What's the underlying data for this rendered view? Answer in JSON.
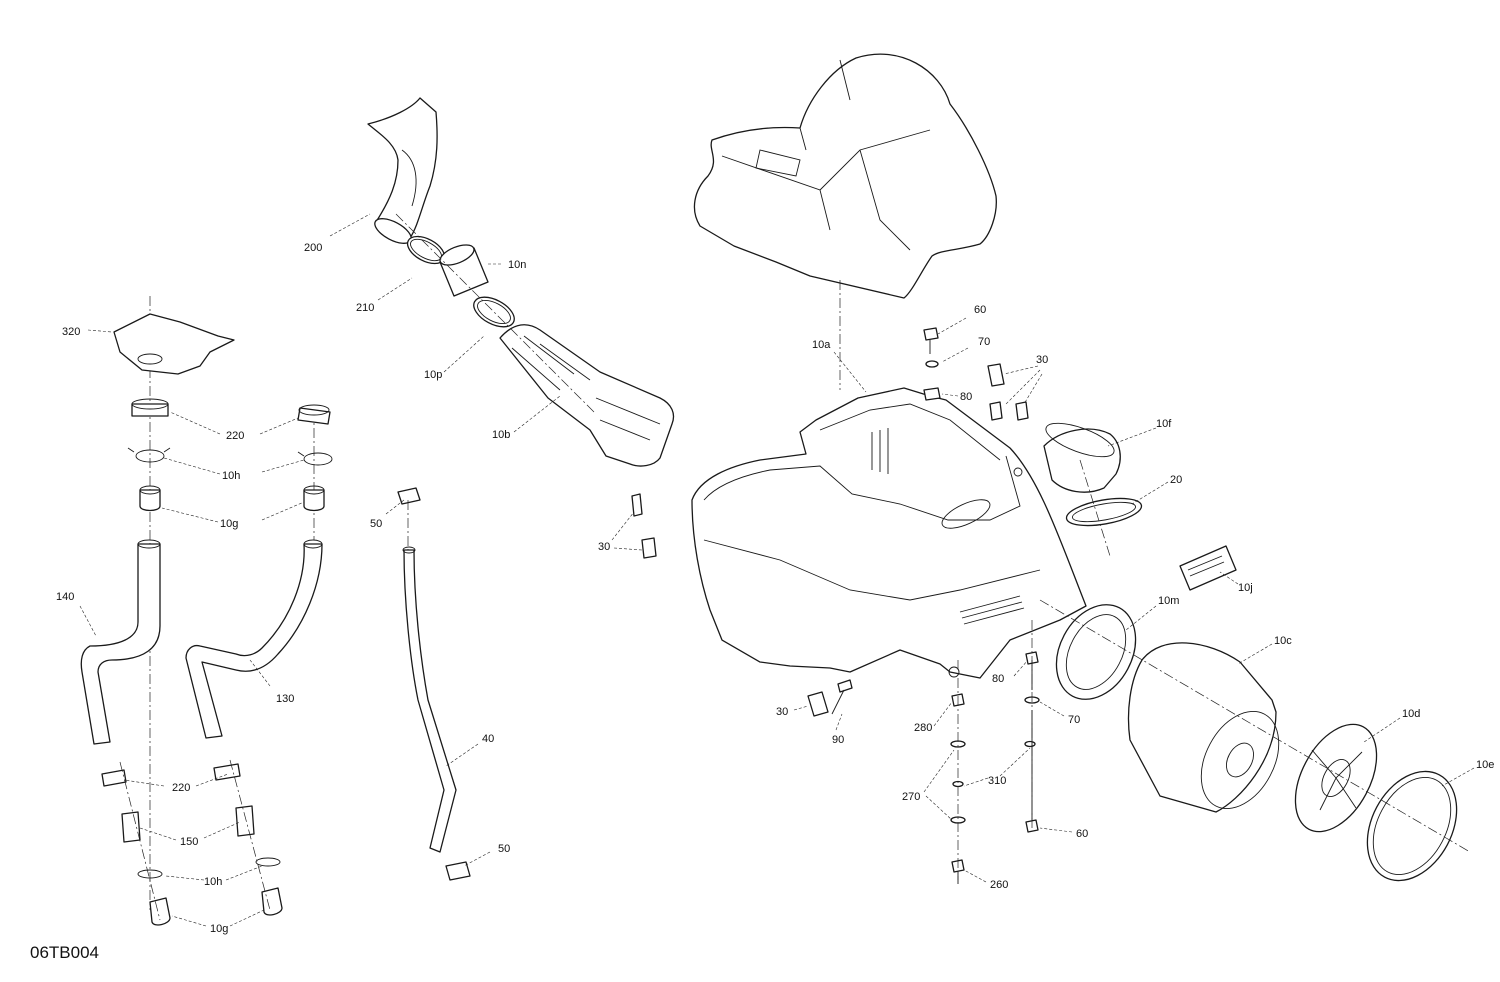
{
  "diagram": {
    "code": "06TB004",
    "callouts": {
      "c200": "200",
      "c210": "210",
      "c10n": "10n",
      "c10p": "10p",
      "c10b": "10b",
      "c320": "320",
      "c220a": "220",
      "c10ha": "10h",
      "c10ga": "10g",
      "c140": "140",
      "c130": "130",
      "c220b": "220",
      "c150": "150",
      "c10hb": "10h",
      "c10gb": "10g",
      "c50a": "50",
      "c40": "40",
      "c50b": "50",
      "c30a": "30",
      "c10a": "10a",
      "c60a": "60",
      "c70a": "70",
      "c80a": "80",
      "c30b": "30",
      "c10f": "10f",
      "c20": "20",
      "c10j": "10j",
      "c10m": "10m",
      "c10c": "10c",
      "c10d": "10d",
      "c10e": "10e",
      "c80b": "80",
      "c70b": "70",
      "c30c": "30",
      "c90": "90",
      "c280": "280",
      "c310": "310",
      "c270": "270",
      "c60b": "60",
      "c260": "260"
    }
  }
}
